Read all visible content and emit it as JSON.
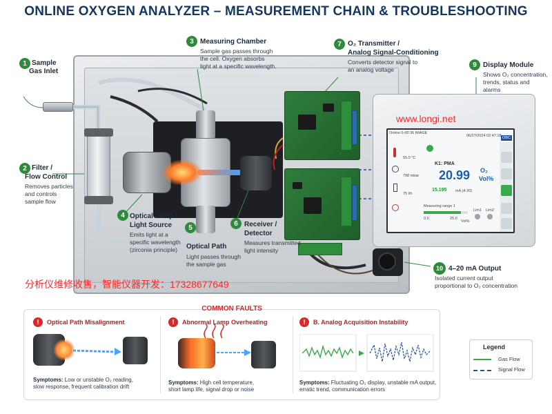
{
  "title": "ONLINE OXYGEN ANALYZER – MEASUREMENT CHAIN & TROUBLESHOOTING",
  "components": [
    {
      "number": "1",
      "title_lines": [
        "Sample",
        "Gas Inlet"
      ],
      "desc_lines": []
    },
    {
      "number": "2",
      "title_lines": [
        "Filter /",
        "Flow Control"
      ],
      "desc_lines": [
        "Removes particles",
        "and controls",
        "sample flow"
      ]
    },
    {
      "number": "3",
      "title_lines": [
        "Measuring Chamber"
      ],
      "desc_lines": [
        "Sample gas passes through",
        "the cell. Oxygen absorbs",
        "light at a specific wavelength."
      ]
    },
    {
      "number": "4",
      "title_lines": [
        "Optical Lamp /",
        "Light Source"
      ],
      "desc_lines": [
        "Emits light at a",
        "specific wavelength",
        "(zirconia principle)"
      ]
    },
    {
      "number": "5",
      "title_lines": [
        "Optical Path"
      ],
      "desc_lines": [
        "Light passes through",
        "the sample gas"
      ]
    },
    {
      "number": "6",
      "title_lines": [
        "Receiver /",
        "Detector"
      ],
      "desc_lines": [
        "Measures transmitted",
        "light intensity"
      ]
    },
    {
      "number": "7",
      "title_lines": [
        "O₂ Transmitter /",
        "Analog Signal-Conditioning"
      ],
      "desc_lines": [
        "Converts detector signal to",
        "an analog voltage"
      ]
    },
    {
      "number": "9",
      "title_lines": [
        "Display Module"
      ],
      "desc_lines": [
        "Shows O₂ concentration,",
        "trends, status and",
        "alarms"
      ]
    },
    {
      "number": "10",
      "title_lines": [
        "4–20 mA Output"
      ],
      "desc_lines": [
        "Isolated current output",
        "proportional to O₂ concentration"
      ]
    }
  ],
  "screen": {
    "header_left": "Online 0-00:36 IMAGE",
    "header_right": "06/27/2024 02:47:18",
    "tag": "OBC",
    "k1_label": "K1: PMA",
    "o2_value": "20.99",
    "o2_label": "O₂",
    "o2_unit": "Vol%",
    "secondary_value": "15.195",
    "secondary_unit": "mA (4-20)",
    "temp_value": "55.0",
    "temp_unit": "°C",
    "pressure_value": "798",
    "pressure_unit": "mbar",
    "flow_value": "75",
    "flow_unit": "l/h",
    "range_label": "Measuring range 1",
    "range_min": "0.0",
    "range_max": "25.0",
    "range_unit": "Vol%",
    "range_fill": 0.84,
    "limit1": "Lim1",
    "limit2": "Lim2"
  },
  "watermark": "www.longi.net",
  "phone_line": "分析仪维修收售，智能仪器开发：17328677649",
  "common_faults": {
    "title": "COMMON FAULTS",
    "faults": [
      {
        "title": "Optical Path Misalignment",
        "symptoms_label": "Symptoms:",
        "symptoms_lines": [
          "Low or unstable O₂ reading,",
          "slow response, frequent calibration drift"
        ]
      },
      {
        "title": "Abnormal Lamp Overheating",
        "symptoms_label": "Symptoms:",
        "symptoms_lines": [
          "High cell temperature,",
          "short lamp life, signal drop or noise"
        ]
      },
      {
        "title": "B. Analog Acquisition Instability",
        "symptoms_label": "Symptoms:",
        "symptoms_lines": [
          "Fluctuating O₂ display, unstable mA output,",
          "erratic trend, communication errors"
        ]
      }
    ]
  },
  "legend": {
    "title": "Legend",
    "gas_flow": "Gas Flow",
    "signal_flow": "Signal Flow"
  },
  "colors": {
    "title": "#14365f",
    "badge": "#2e8b3b",
    "fault_red": "#d22b2b",
    "signal_blue": "#1e4fa0",
    "gas_green": "#3aa94a",
    "watermark": "#ff2a2a"
  }
}
